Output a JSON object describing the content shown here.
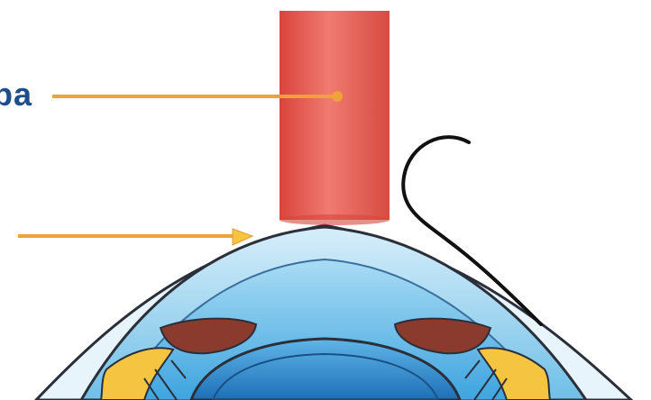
{
  "labels": {
    "top_label": "pa"
  },
  "colors": {
    "label_text": "#1f4e8c",
    "leader_line": "#f0a13a",
    "laser_beam": "#e8645a",
    "cornea_outline": "#2a2f3a",
    "eye_fill": "#7cc6ea",
    "iris": "#8b3a2e",
    "ciliary": "#f5c542",
    "lens": "#2f86c9"
  },
  "icons": {
    "beam": "laser-beam",
    "probe": "contact-probe-curve"
  }
}
